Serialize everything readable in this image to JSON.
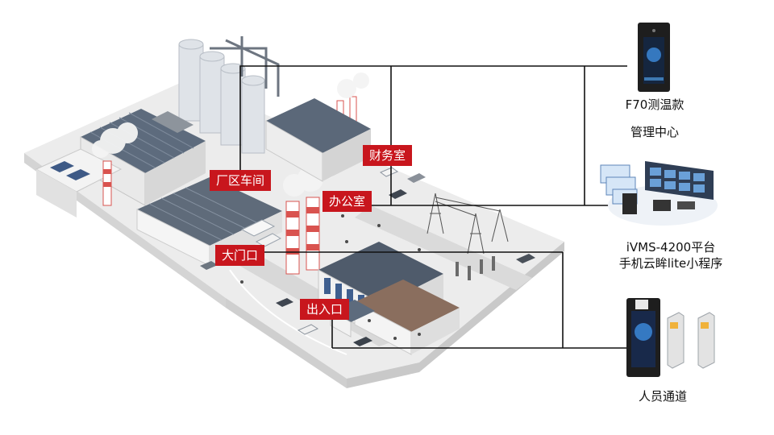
{
  "zones": {
    "factory_workshop": "厂区车间",
    "finance_office": "财务室",
    "office": "办公室",
    "main_gate": "大门口",
    "entrance": "出入口"
  },
  "devices": {
    "f70_label": "F70测温款",
    "management_center_label": "管理中心",
    "platform_line1": "iVMS-4200平台",
    "platform_line2": "手机云眸lite小程序",
    "turnstile_label": "人员通道"
  },
  "colors": {
    "zone_tag": "#c8161d",
    "connector_line": "#111111",
    "building_roof": "#5d6b7d",
    "ground": "#e6e6e6",
    "chimney_stripe": "#d9534f"
  },
  "icons": [
    "face-terminal-icon",
    "monitoring-center-icon",
    "turnstile-icon",
    "factory-illustration"
  ]
}
